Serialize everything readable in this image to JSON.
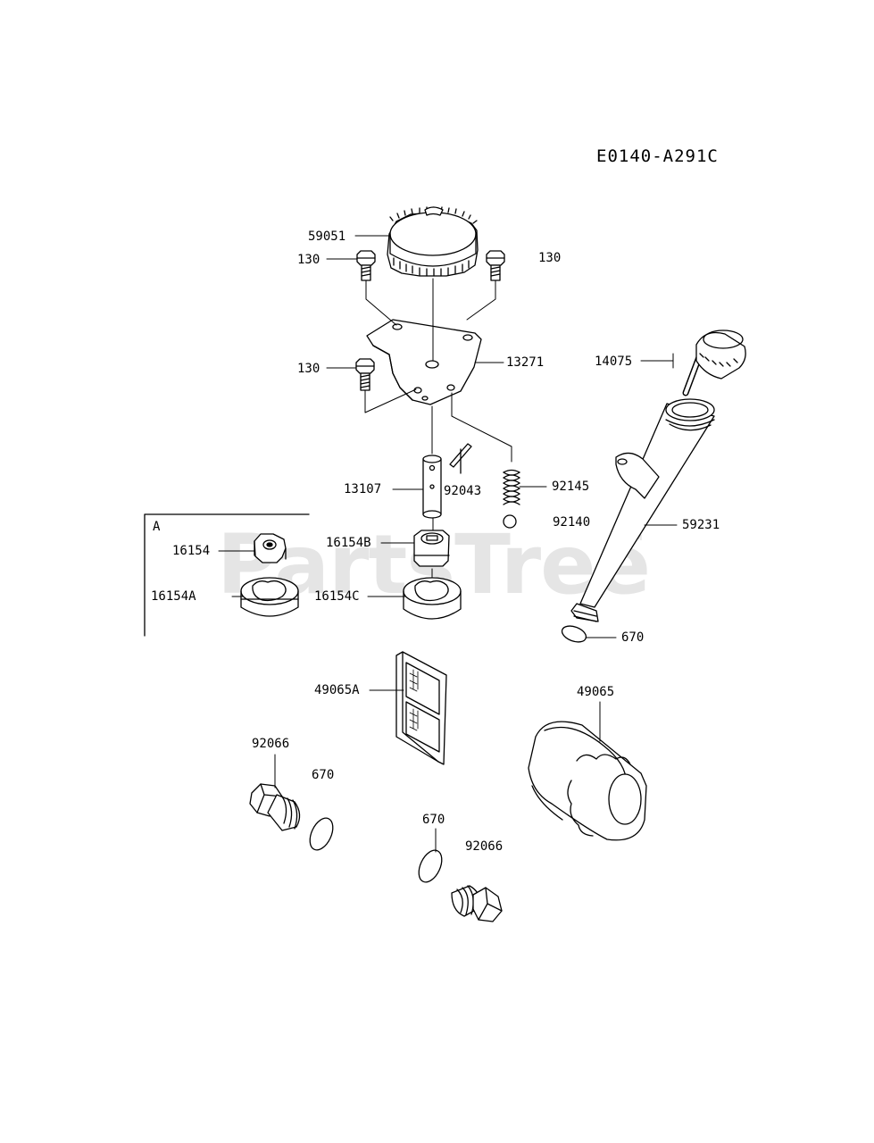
{
  "diagram_code": "E0140-A291C",
  "watermark": "PartsTree",
  "watermark_mark": "TM",
  "inset_label": "A",
  "callouts": {
    "p59051": "59051",
    "p130_left_top": "130",
    "p130_right_top": "130",
    "p130_left_mid": "130",
    "p13271": "13271",
    "p14075": "14075",
    "p13107": "13107",
    "p92043": "92043",
    "p92145": "92145",
    "p92140": "92140",
    "p59231": "59231",
    "p16154": "16154",
    "p16154A": "16154A",
    "p16154B": "16154B",
    "p16154C": "16154C",
    "p670_dipstick": "670",
    "p49065A": "49065A",
    "p49065": "49065",
    "p92066_left": "92066",
    "p670_left": "670",
    "p670_center": "670",
    "p92066_right": "92066"
  }
}
